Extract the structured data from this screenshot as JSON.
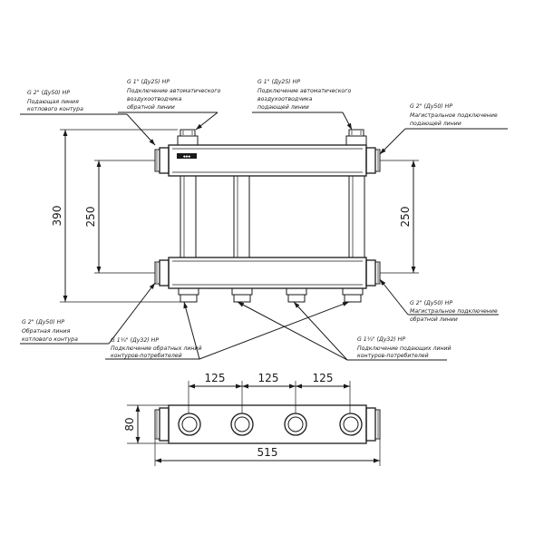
{
  "dimensions": {
    "height_total": "390",
    "spacing_left": "250",
    "spacing_right": "250",
    "spacing_a": "125",
    "spacing_b": "125",
    "spacing_c": "125",
    "depth": "80",
    "length": "515"
  },
  "callouts": {
    "supply_boiler": {
      "thread": "G 2\" (Ду50) НР",
      "lines": [
        "Подающая линия",
        "котлового контура"
      ]
    },
    "air_vent_return": {
      "thread": "G 1\" (Ду25) НР",
      "lines": [
        "Подключение автоматического",
        "воздухоотводчика",
        "обратной линии"
      ]
    },
    "air_vent_supply": {
      "thread": "G 1\" (Ду25) НР",
      "lines": [
        "Подключение автоматического",
        "воздухоотводчика",
        "подающей линии"
      ]
    },
    "main_supply": {
      "thread": "G 2\" (Ду50) НР",
      "lines": [
        "Магистральное подключение",
        "подающей линии"
      ]
    },
    "return_boiler": {
      "thread": "G 2\" (Ду50) НР",
      "lines": [
        "Обратная линия",
        "котлового контура"
      ]
    },
    "consumer_return": {
      "thread": "G 1¼\" (Ду32) НР",
      "lines": [
        "Подключение обратных линий",
        "контуров-потребителей"
      ]
    },
    "consumer_supply": {
      "thread": "G 1¼\" (Ду32) НР",
      "lines": [
        "Подключение подающих линий",
        "контуров-потребителей"
      ]
    },
    "main_return": {
      "thread": "G 2\" (Ду50) НР",
      "lines": [
        "Магистральное подключение",
        "обратной линии"
      ]
    }
  },
  "colors": {
    "line": "#1a1a1a",
    "background": "#ffffff",
    "logo": "#1a1a1a"
  },
  "icons": {
    "logo": "manufacturer-logo-plate"
  }
}
